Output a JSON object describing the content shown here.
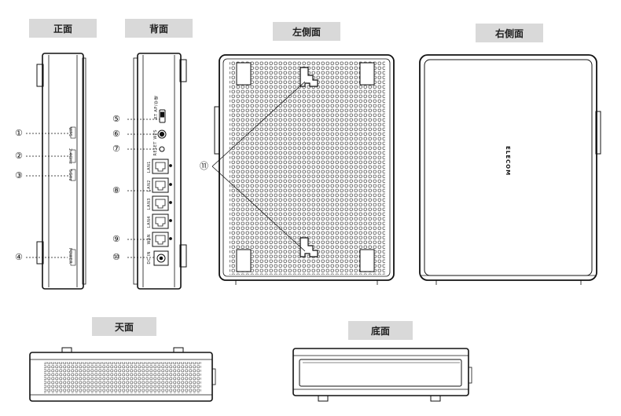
{
  "views": {
    "front": "正面",
    "back": "背面",
    "left_side": "左側面",
    "right_side": "右側面",
    "top": "天面",
    "bottom": "底面"
  },
  "callouts": [
    "①",
    "②",
    "③",
    "④",
    "⑤",
    "⑥",
    "⑦",
    "⑧",
    "⑨",
    "⑩",
    "⑪"
  ],
  "front_leds": [
    "WPS",
    "2.4GHz",
    "5GHz",
    "POWER"
  ],
  "back_port_labels": {
    "mode_switch": "RT AP/中継",
    "wps_button": "WPS",
    "reset": "RESET",
    "lan1": "LAN1",
    "lan2": "LAN2",
    "lan3": "LAN3",
    "lan4": "LAN4",
    "wan": "WAN",
    "dc_in": "DC IN"
  },
  "brand": "ELECOM"
}
